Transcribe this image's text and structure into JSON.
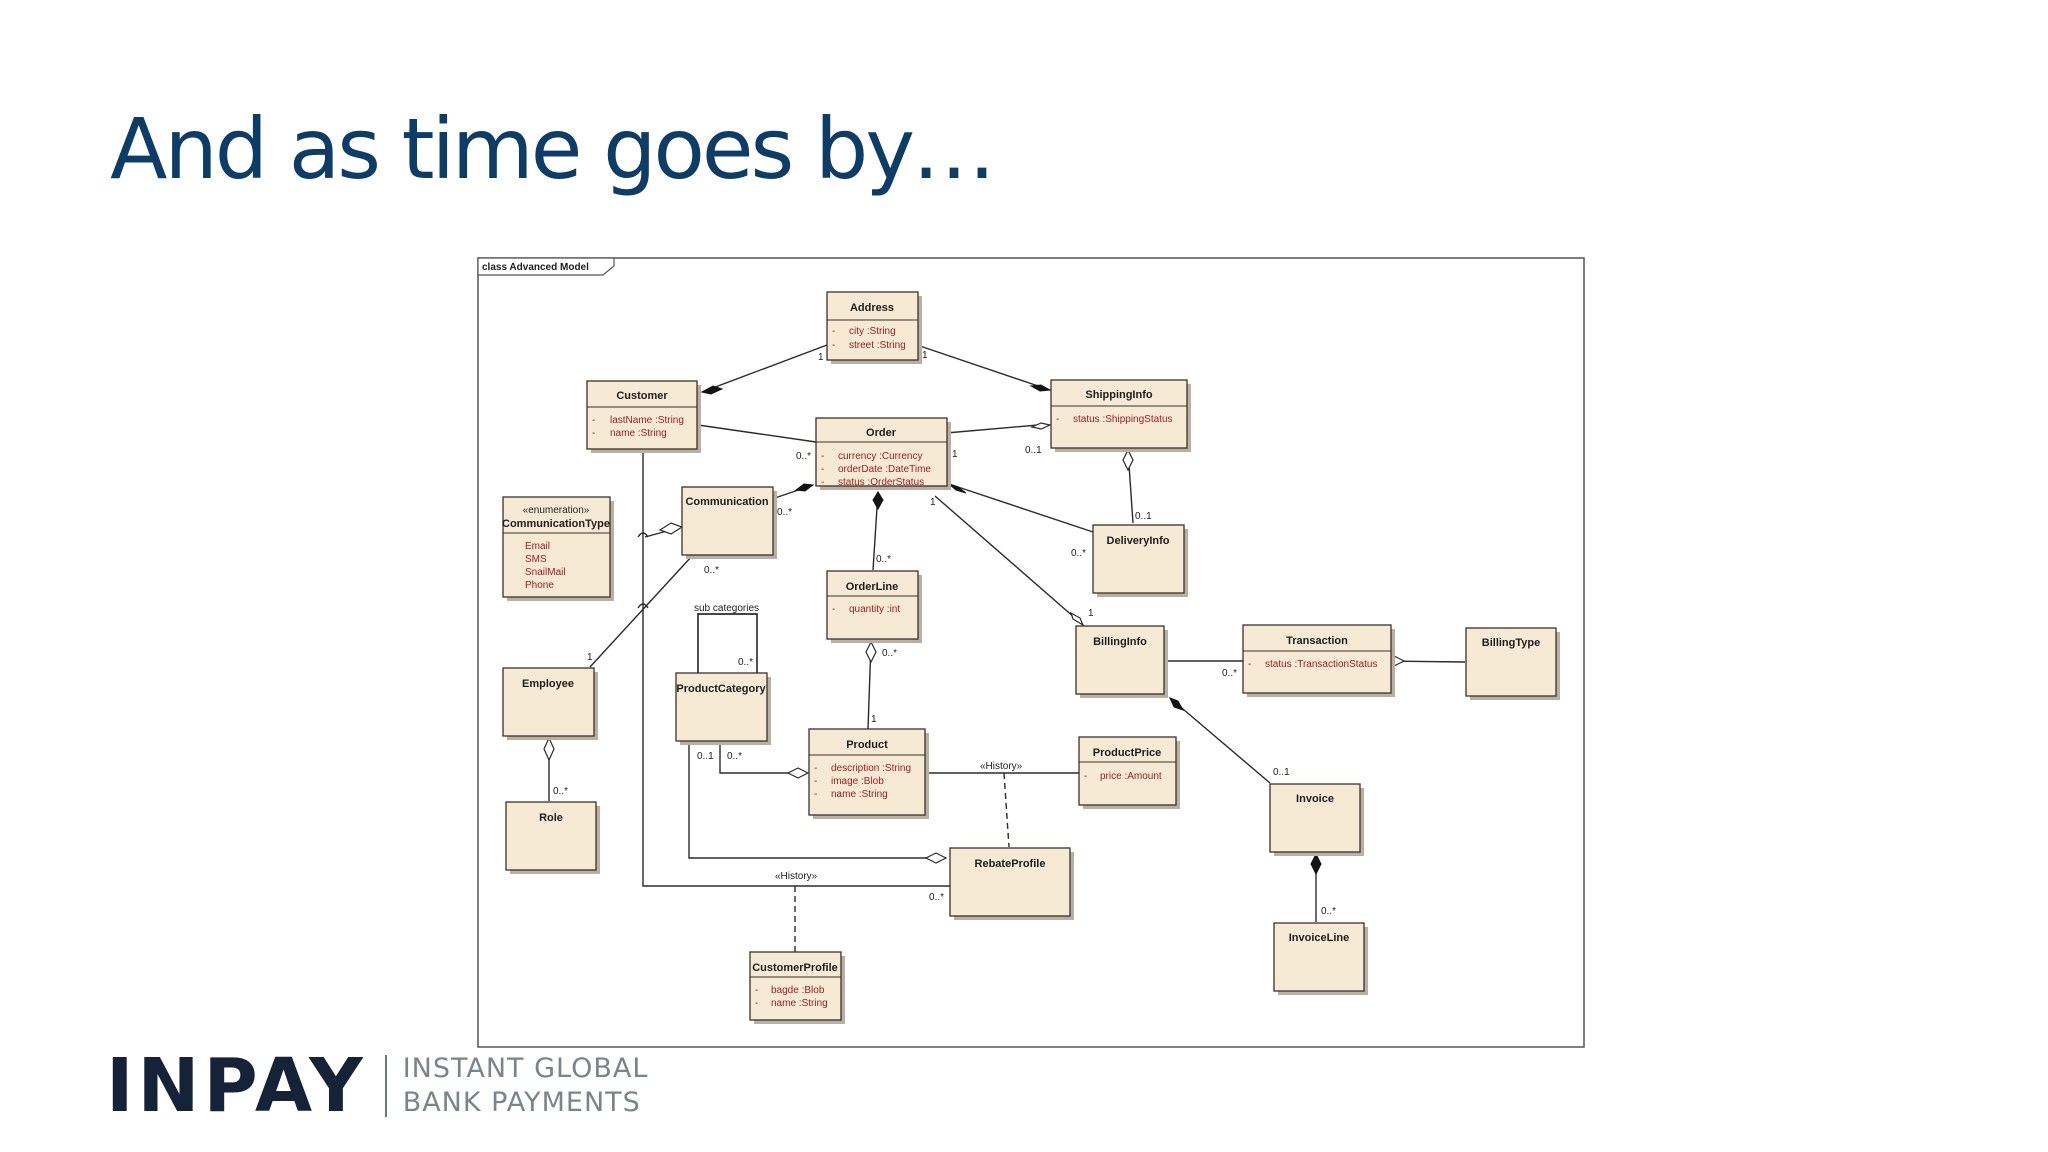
{
  "slide": {
    "title": "And as time goes by…"
  },
  "diagram": {
    "frame_label": "class Advanced Model",
    "classes": {
      "address": {
        "name": "Address",
        "attrs": [
          "city  :String",
          "street  :String"
        ]
      },
      "customer": {
        "name": "Customer",
        "attrs": [
          "lastName  :String",
          "name  :String"
        ]
      },
      "shippinginfo": {
        "name": "ShippingInfo",
        "attrs": [
          "status  :ShippingStatus"
        ]
      },
      "order": {
        "name": "Order",
        "attrs": [
          "currency  :Currency",
          "orderDate  :DateTime",
          "status  :OrderStatus"
        ]
      },
      "communicationtype": {
        "stereotype": "«enumeration»",
        "name": "CommunicationType",
        "literals": [
          "Email",
          "SMS",
          "SnailMail",
          "Phone"
        ]
      },
      "communication": {
        "name": "Communication"
      },
      "deliveryinfo": {
        "name": "DeliveryInfo"
      },
      "orderline": {
        "name": "OrderLine",
        "attrs": [
          "quantity  :int"
        ]
      },
      "billinginfo": {
        "name": "BillingInfo"
      },
      "transaction": {
        "name": "Transaction",
        "attrs": [
          "status  :TransactionStatus"
        ]
      },
      "billingtype": {
        "name": "BillingType"
      },
      "employee": {
        "name": "Employee"
      },
      "productcategory": {
        "name": "ProductCategory"
      },
      "product": {
        "name": "Product",
        "attrs": [
          "description  :String",
          "image  :Blob",
          "name  :String"
        ]
      },
      "productprice": {
        "name": "ProductPrice",
        "attrs": [
          "price  :Amount"
        ]
      },
      "invoice": {
        "name": "Invoice"
      },
      "role": {
        "name": "Role"
      },
      "rebateprofile": {
        "name": "RebateProfile"
      },
      "invoiceline": {
        "name": "InvoiceLine"
      },
      "customerprofile": {
        "name": "CustomerProfile",
        "attrs": [
          "bagde  :Blob",
          "name  :String"
        ]
      }
    },
    "labels": {
      "sub_categories": "sub categories",
      "history_1": "«History»",
      "history_2": "«History»"
    },
    "multiplicities": {
      "addr_cust": "1",
      "addr_ship": "1",
      "order_cust": "0..*",
      "order_ship": "0..1",
      "order_ship_1": "1",
      "comm_order": "0..*",
      "comm_emp": "0..*",
      "order_billing_1": "1",
      "ship_delivery": "0..1",
      "order_delivery": "0..*",
      "order_orderline": "0..*",
      "billing_1": "1",
      "emp_1": "1",
      "cat_self": "0..*",
      "orderline_prod": "0..*",
      "prod_orderline": "1",
      "billing_trans": "0..*",
      "cat_01": "0..1",
      "cat_prod": "0..*",
      "emp_role": "0..*",
      "billing_invoice": "0..1",
      "cust_rebate": "0..*",
      "invoice_line": "0..*"
    }
  },
  "brand": {
    "logo": "INPAY",
    "tagline_1": "INSTANT GLOBAL",
    "tagline_2": "BANK PAYMENTS"
  }
}
